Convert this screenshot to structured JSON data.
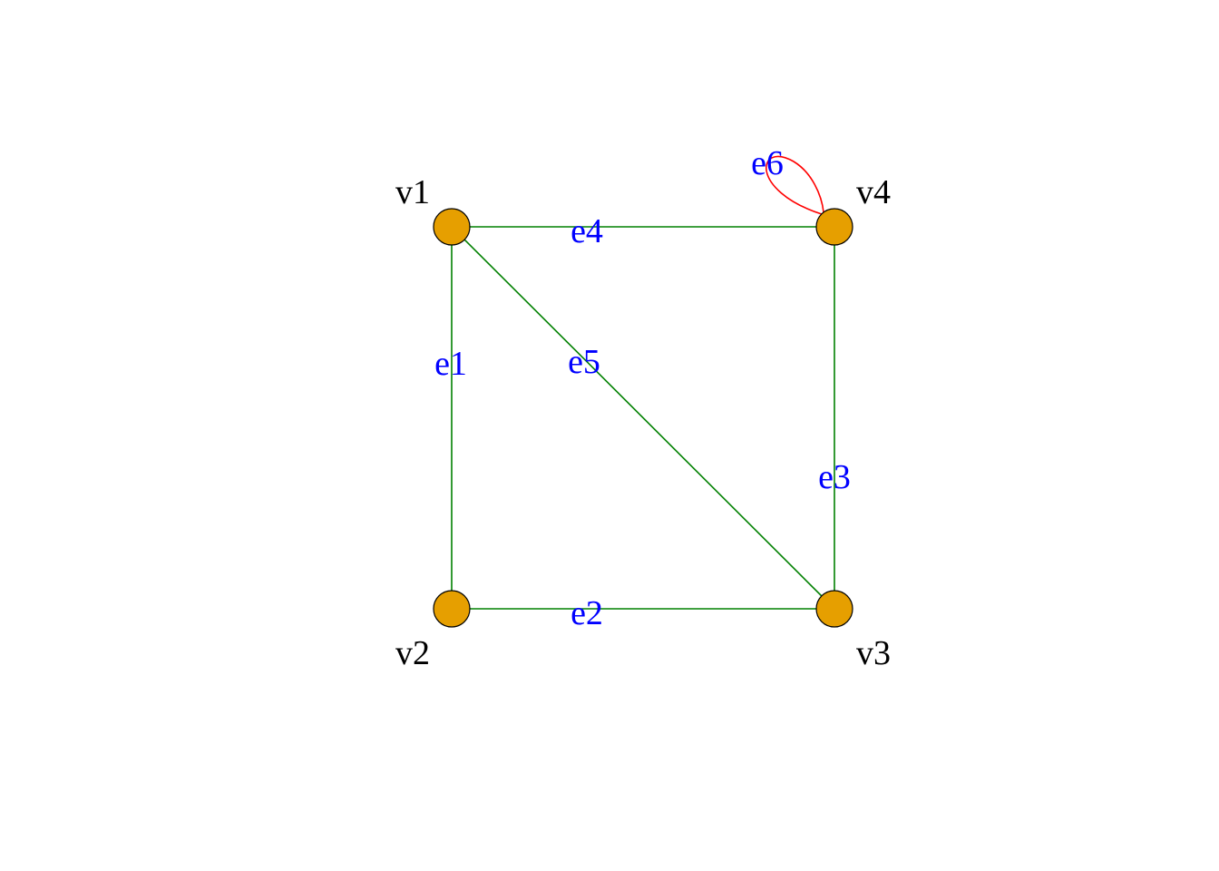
{
  "colors": {
    "background": "#ffffff",
    "edge": "#008000",
    "loop_edge": "#ff0000",
    "vertex_fill": "#e69f00",
    "vertex_stroke": "#000000",
    "vertex_label": "#000000",
    "edge_label": "#0000ff"
  },
  "vertices": [
    {
      "id": "v1",
      "label": "v1"
    },
    {
      "id": "v2",
      "label": "v2"
    },
    {
      "id": "v3",
      "label": "v3"
    },
    {
      "id": "v4",
      "label": "v4"
    }
  ],
  "edges": [
    {
      "id": "e1",
      "label": "e1",
      "from": "v1",
      "to": "v2"
    },
    {
      "id": "e2",
      "label": "e2",
      "from": "v2",
      "to": "v3"
    },
    {
      "id": "e3",
      "label": "e3",
      "from": "v3",
      "to": "v4"
    },
    {
      "id": "e4",
      "label": "e4",
      "from": "v1",
      "to": "v4"
    },
    {
      "id": "e5",
      "label": "e5",
      "from": "v1",
      "to": "v3"
    },
    {
      "id": "e6",
      "label": "e6",
      "from": "v4",
      "to": "v4",
      "loop": true
    }
  ]
}
